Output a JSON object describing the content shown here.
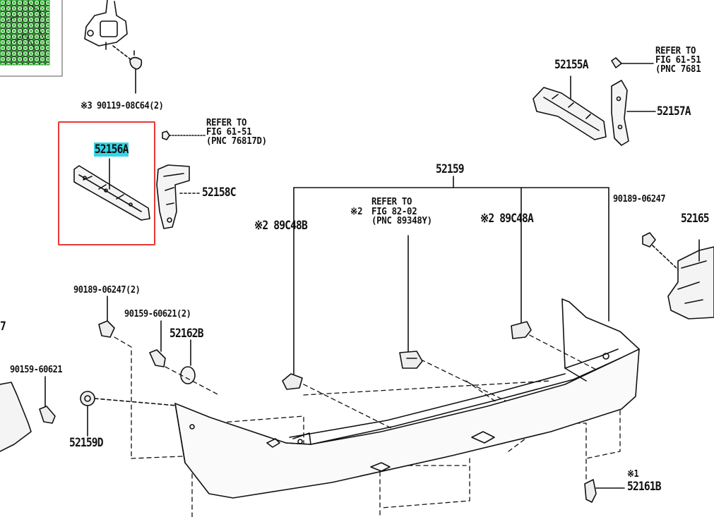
{
  "diagram": {
    "highlight_color": "#33d6e8",
    "selection_color": "#e53935",
    "inset_color": "#7fe07f",
    "labels": {
      "p90119": "※3 90119-08C64(2)",
      "p52156A": "52156A",
      "p52158C": "52158C",
      "p52155A": "52155A",
      "p52157A": "52157A",
      "p52159": "52159",
      "p89C48B": "※2 89C48B",
      "p89C48A": "※2 89C48A",
      "p90189_right": "90189-06247",
      "p52165": "52165",
      "p90189_left": "90189-06247(2)",
      "p90159_2": "90159-60621(2)",
      "p52162B": "52162B",
      "p90159": "90159-60621",
      "p52159D": "52159D",
      "p52161B_mark": "※1",
      "p52161B": "52161B",
      "edge_left": "7"
    },
    "refs": {
      "ref_76817D": "REFER TO\nFIG 61-51\n(PNC 76817D)",
      "ref_top_right": "REFER TO\nFIG 61-51\n(PNC 7681",
      "ref_89348Y_title": "REFER TO",
      "ref_89348Y_mark": "※2",
      "ref_89348Y_body": "FIG 82-02\n(PNC 89348Y)"
    }
  }
}
